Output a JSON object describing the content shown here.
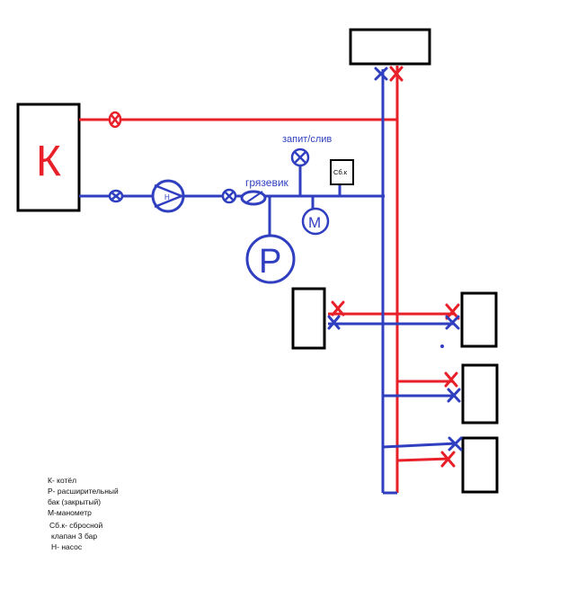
{
  "labels": {
    "boiler_letter": "К",
    "pump_letter": "Н",
    "tank_letter": "Р",
    "manometer_letter": "М",
    "relief_valve": "Сб.к",
    "fill_drain": "запит/слив",
    "strainer": "грязевик"
  },
  "legend": [
    "К- котёл",
    "Р- расширительный",
    "бак (закрытый)",
    "М-манометр",
    "Сб.к- сбросной",
    "клапан 3 бар",
    "Н- насос"
  ],
  "colors": {
    "supply": "#e8202a",
    "return": "#2f3fc0",
    "outline": "#000000",
    "background": "#ffffff"
  }
}
